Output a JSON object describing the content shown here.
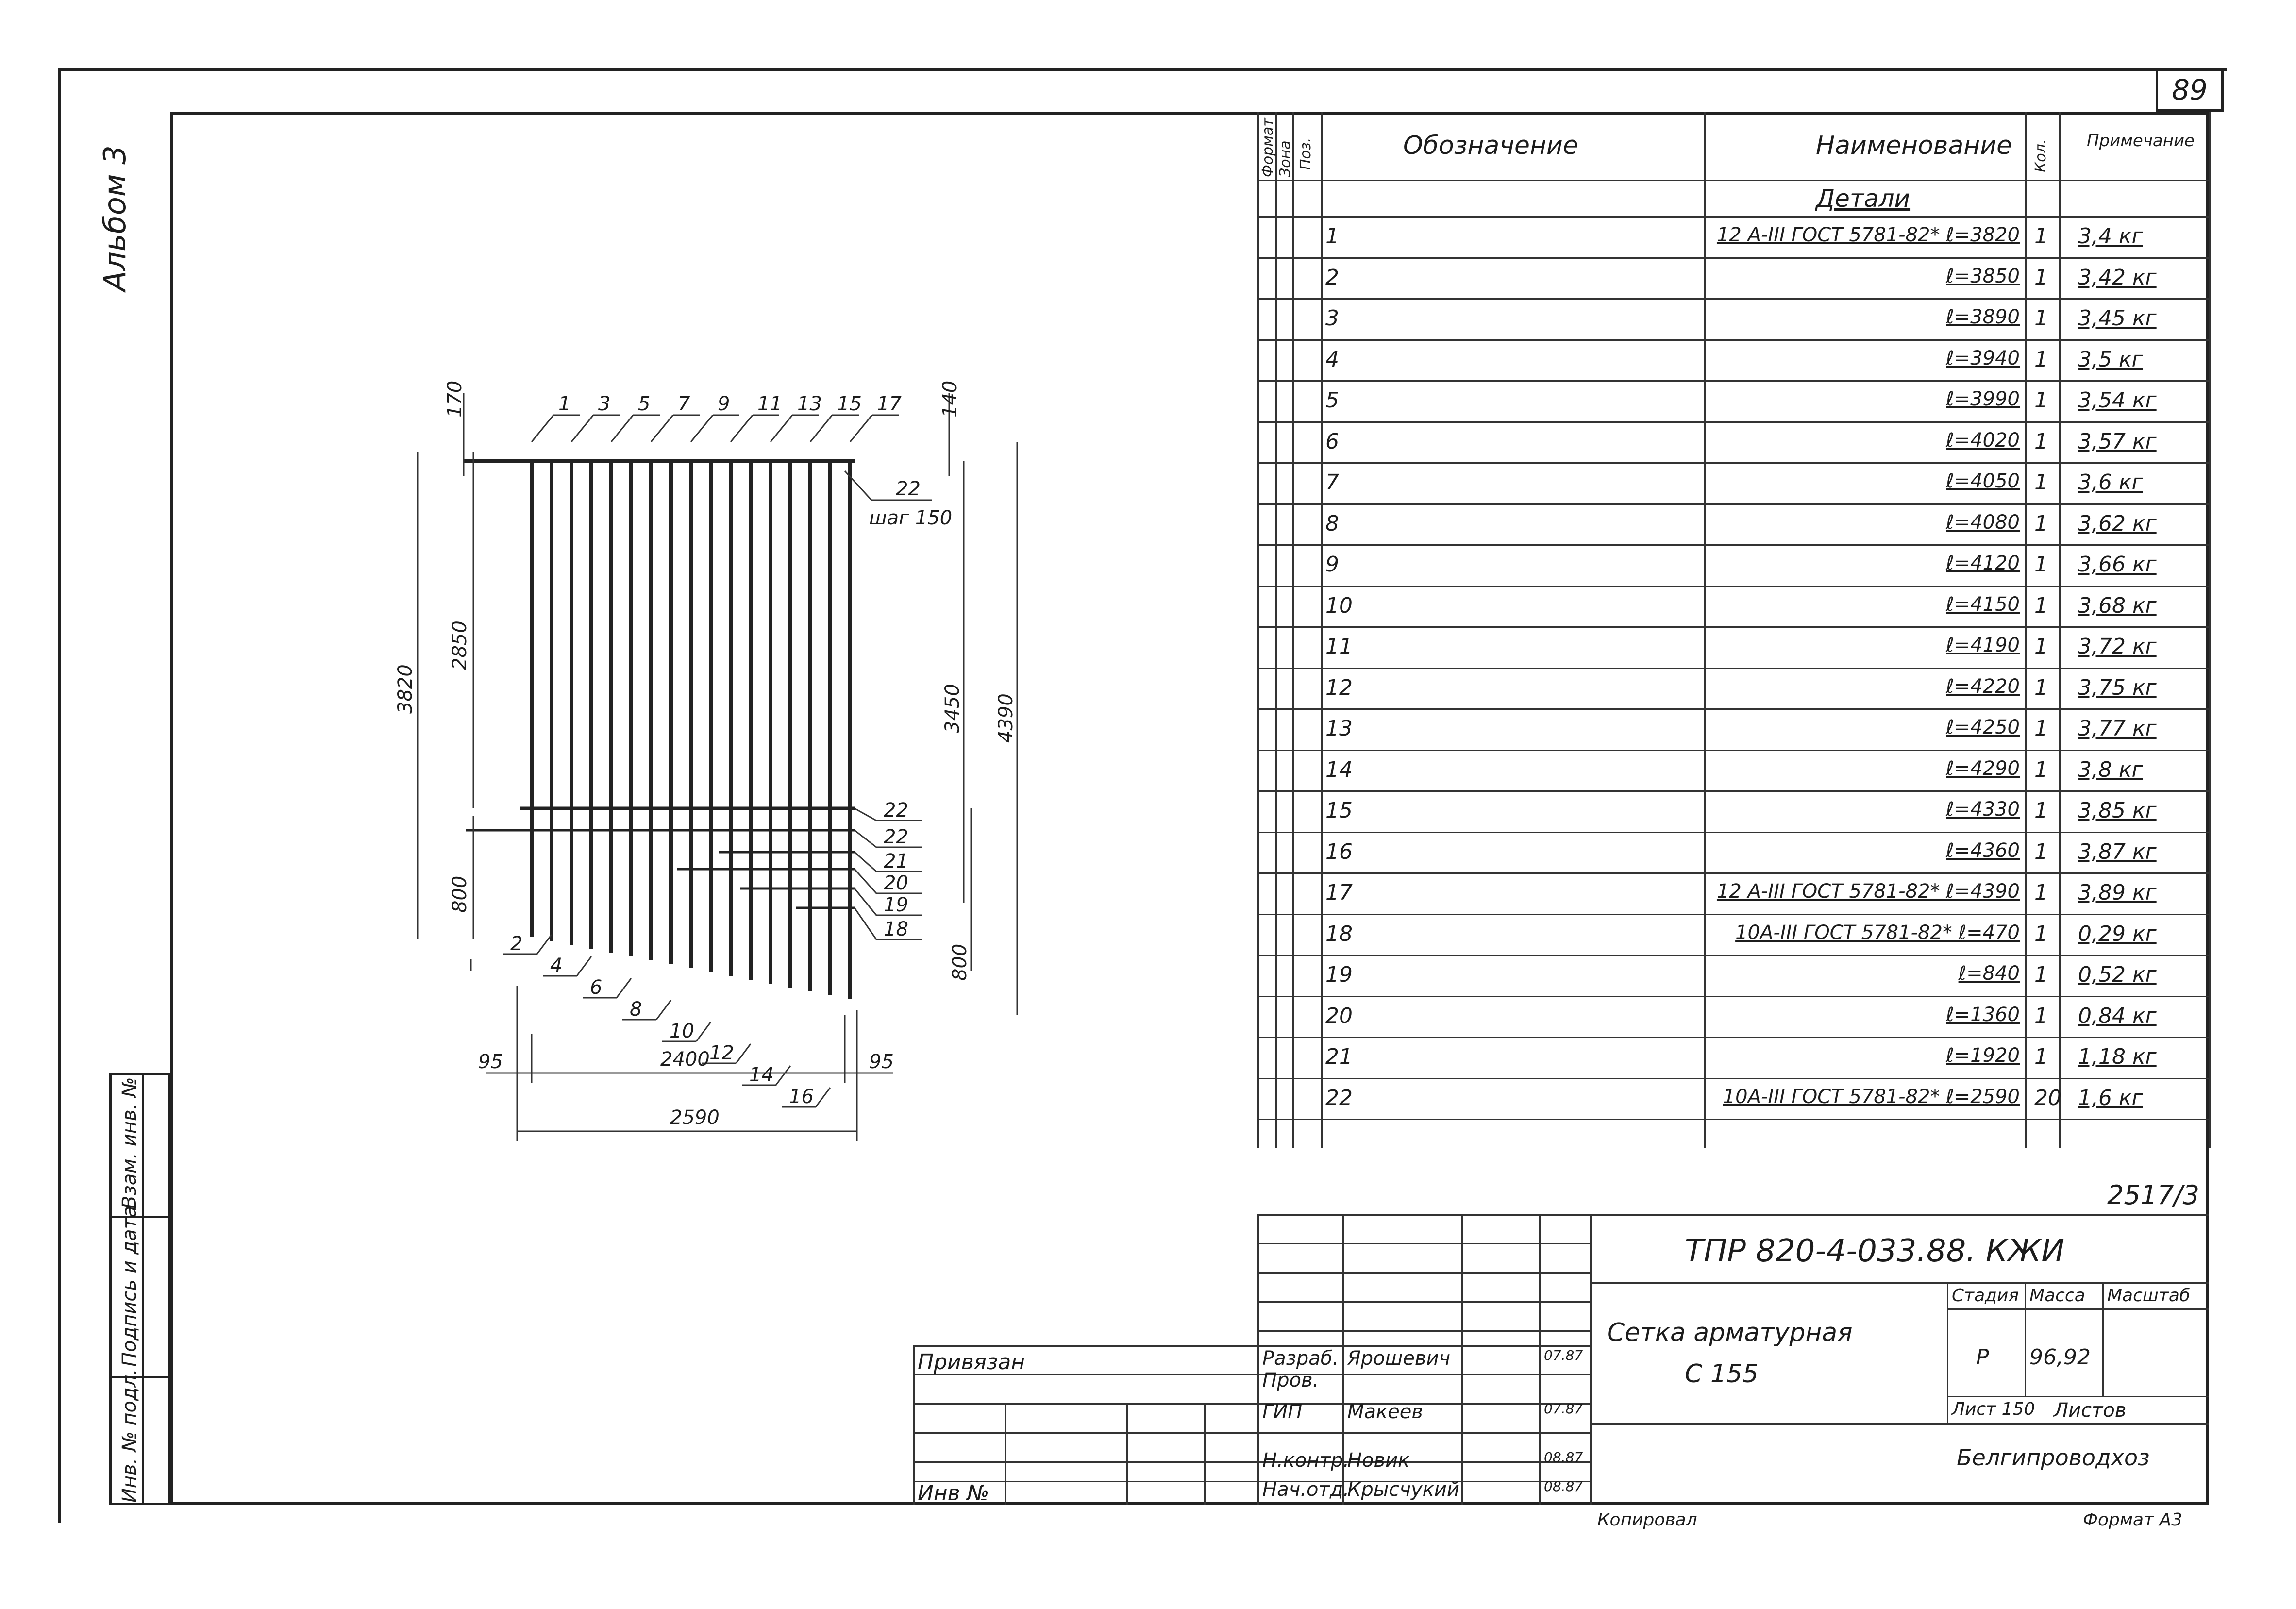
{
  "sheet_number": "89",
  "album_label": "Альбом 3",
  "spec_table": {
    "headers": {
      "format": "Формат",
      "zone": "Зона",
      "pos": "Поз.",
      "designation": "Обозначение",
      "name": "Наименование",
      "qty": "Кол.",
      "note": "Примечание"
    },
    "section_title": "Детали",
    "rows": [
      {
        "pos": "1",
        "name": "12 А-III ГОСТ 5781-82* ℓ=3820",
        "qty": "1",
        "note": "3,4 кг"
      },
      {
        "pos": "2",
        "name": "ℓ=3850",
        "qty": "1",
        "note": "3,42 кг"
      },
      {
        "pos": "3",
        "name": "ℓ=3890",
        "qty": "1",
        "note": "3,45 кг"
      },
      {
        "pos": "4",
        "name": "ℓ=3940",
        "qty": "1",
        "note": "3,5 кг"
      },
      {
        "pos": "5",
        "name": "ℓ=3990",
        "qty": "1",
        "note": "3,54 кг"
      },
      {
        "pos": "6",
        "name": "ℓ=4020",
        "qty": "1",
        "note": "3,57 кг"
      },
      {
        "pos": "7",
        "name": "ℓ=4050",
        "qty": "1",
        "note": "3,6 кг"
      },
      {
        "pos": "8",
        "name": "ℓ=4080",
        "qty": "1",
        "note": "3,62 кг"
      },
      {
        "pos": "9",
        "name": "ℓ=4120",
        "qty": "1",
        "note": "3,66 кг"
      },
      {
        "pos": "10",
        "name": "ℓ=4150",
        "qty": "1",
        "note": "3,68 кг"
      },
      {
        "pos": "11",
        "name": "ℓ=4190",
        "qty": "1",
        "note": "3,72 кг"
      },
      {
        "pos": "12",
        "name": "ℓ=4220",
        "qty": "1",
        "note": "3,75 кг"
      },
      {
        "pos": "13",
        "name": "ℓ=4250",
        "qty": "1",
        "note": "3,77 кг"
      },
      {
        "pos": "14",
        "name": "ℓ=4290",
        "qty": "1",
        "note": "3,8 кг"
      },
      {
        "pos": "15",
        "name": "ℓ=4330",
        "qty": "1",
        "note": "3,85 кг"
      },
      {
        "pos": "16",
        "name": "ℓ=4360",
        "qty": "1",
        "note": "3,87 кг"
      },
      {
        "pos": "17",
        "name": "12 А-III ГОСТ 5781-82* ℓ=4390",
        "qty": "1",
        "note": "3,89 кг"
      },
      {
        "pos": "18",
        "name": "10А-III ГОСТ 5781-82* ℓ=470",
        "qty": "1",
        "note": "0,29 кг"
      },
      {
        "pos": "19",
        "name": "ℓ=840",
        "qty": "1",
        "note": "0,52 кг"
      },
      {
        "pos": "20",
        "name": "ℓ=1360",
        "qty": "1",
        "note": "0,84 кг"
      },
      {
        "pos": "21",
        "name": "ℓ=1920",
        "qty": "1",
        "note": "1,18 кг"
      },
      {
        "pos": "22",
        "name": "10А-III ГОСТ 5781-82*  ℓ=2590",
        "qty": "20",
        "note": "1,6 кг"
      }
    ]
  },
  "drawing": {
    "dims": {
      "top_left": "170",
      "top_right": "140",
      "left_outer": "3820",
      "left_mid": "2850",
      "left_bottom": "800",
      "right_mid": "3450",
      "right_outer": "4390",
      "right_bottom": "800",
      "bottom_left_off": "95",
      "bottom_right_off": "95",
      "bottom_inner": "2400",
      "bottom_outer": "2590"
    },
    "top_labels": [
      "1",
      "3",
      "5",
      "7",
      "9",
      "11",
      "13",
      "15",
      "17"
    ],
    "bottom_labels": [
      "2",
      "4",
      "6",
      "8",
      "10",
      "12",
      "14",
      "16"
    ],
    "right_labels": [
      "22",
      "22",
      "21",
      "20",
      "19",
      "18"
    ],
    "pitch_label_pos": "22",
    "pitch_label_text": "шаг 150"
  },
  "stamp_column": {
    "inv_podl": "Инв. № подл.",
    "sign_date": "Подпись и дата",
    "vzam_inv": "Взам. инв. №"
  },
  "title_block": {
    "doc_code": "2517/3",
    "project": "ТПР 820-4-033.88.  КЖИ",
    "title_line1": "Сетка  арматурная",
    "title_line2": "С 155",
    "stage_header": "Стадия",
    "mass_header": "Масса",
    "scale_header": "Масштаб",
    "stage": "Р",
    "mass": "96,92",
    "sheet_label": "Лист 150",
    "sheets_label": "Листов",
    "org": "Белгипроводхоз",
    "privyazan": "Привязан",
    "inv_no": "Инв №",
    "roles": [
      {
        "role": "Разраб.",
        "name": "Ярошевич",
        "date": "07.87"
      },
      {
        "role": "Пров.",
        "name": "",
        "date": ""
      },
      {
        "role": "ГИП",
        "name": "Макеев",
        "date": "07.87"
      },
      {
        "role": "Н.контр.",
        "name": "Новик",
        "date": "08.87"
      },
      {
        "role": "Нач.отд.",
        "name": "Крысчукий",
        "date": "08.87"
      }
    ],
    "copied": "Копировал",
    "format": "Формат А3"
  }
}
